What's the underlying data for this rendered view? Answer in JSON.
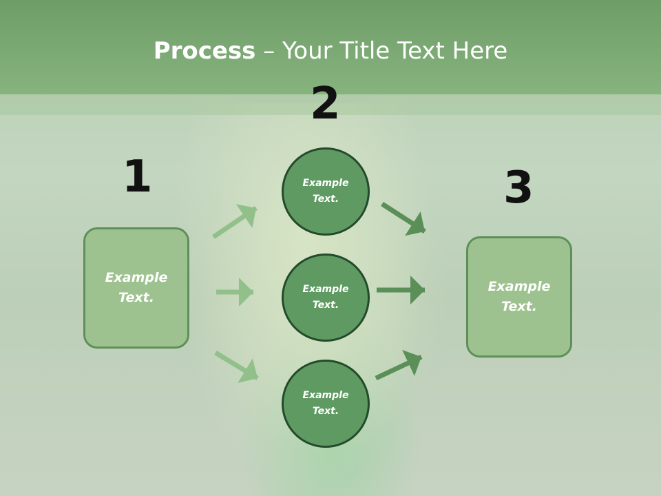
{
  "slide": {
    "title_bold": "Process",
    "title_rest": " – Your Title Text Here"
  },
  "steps": {
    "one": {
      "number": "1",
      "text": "Example Text."
    },
    "two": {
      "number": "2"
    },
    "three": {
      "number": "3",
      "text": "Example Text."
    }
  },
  "circles": [
    {
      "text": "Example Text."
    },
    {
      "text": "Example Text."
    },
    {
      "text": "Example Text."
    }
  ],
  "colors": {
    "title_bar": "#86b37e",
    "box_fill": "#9ec28f",
    "circle_fill": "#5f9a63",
    "arrow_light": "#92c08a",
    "arrow_dark": "#5a8f58"
  }
}
